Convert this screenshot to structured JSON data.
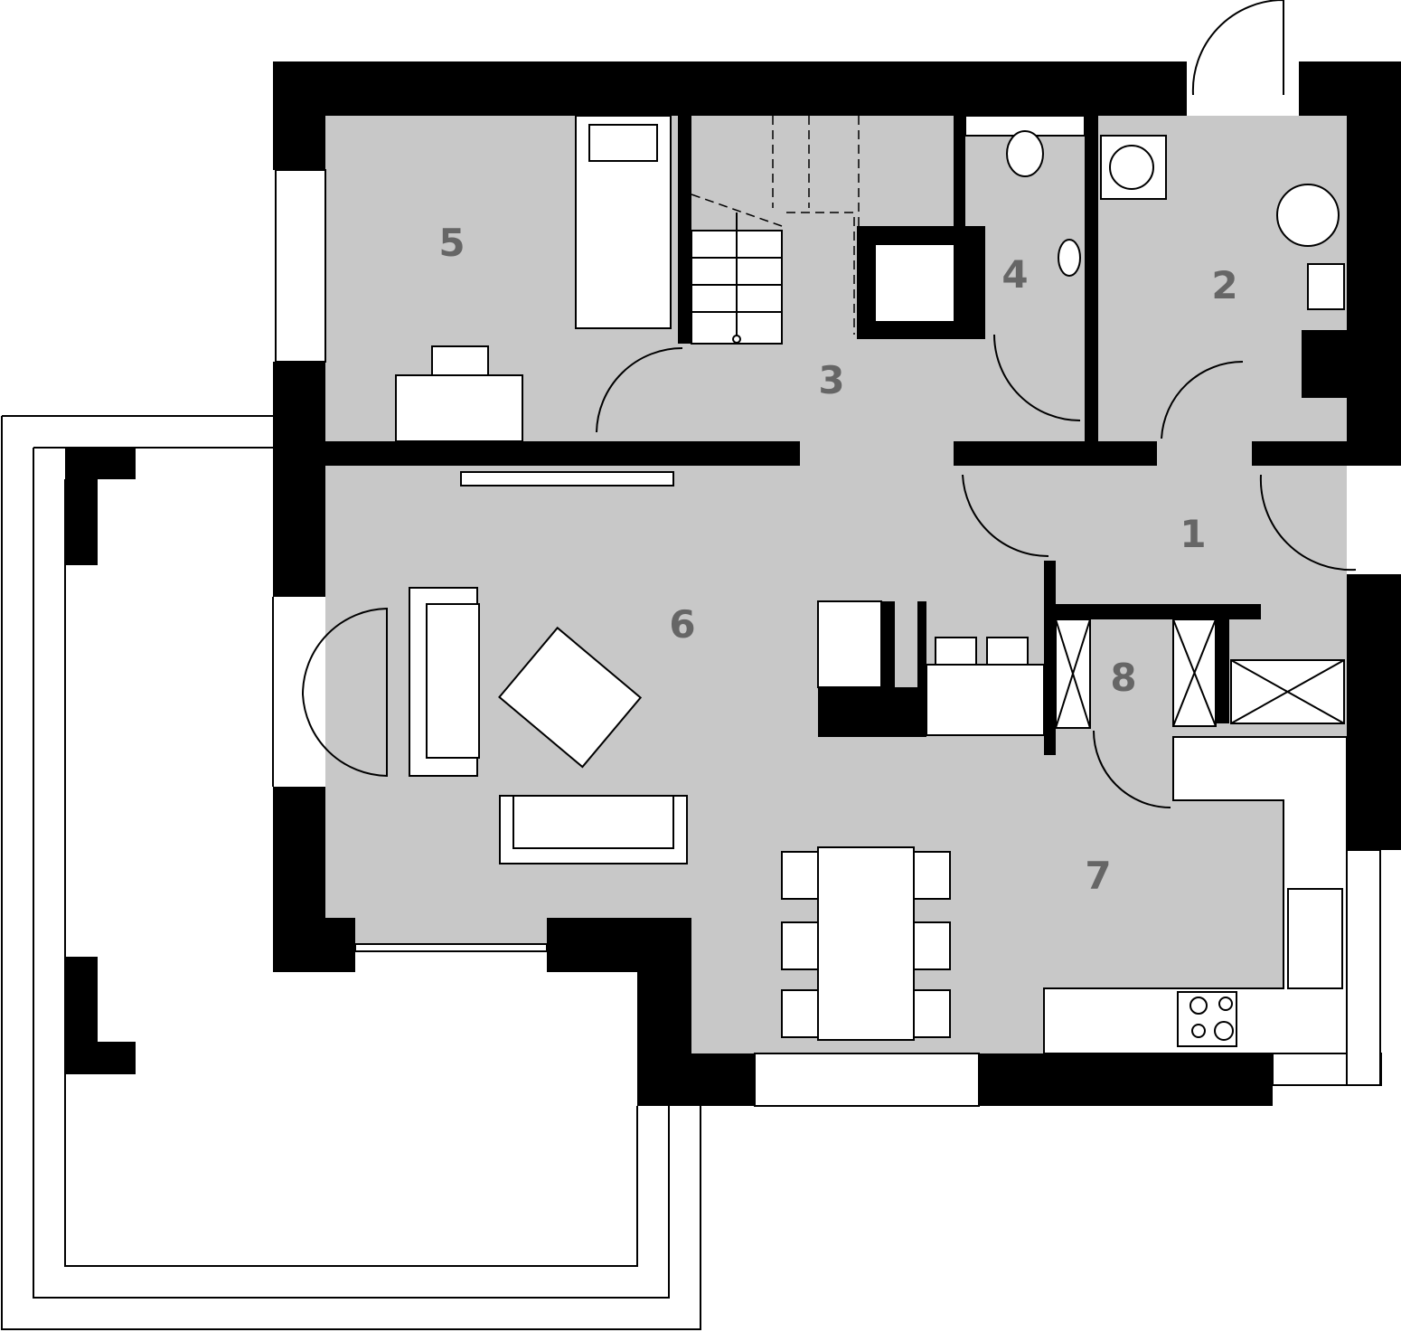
{
  "title": "Floor plan",
  "colors": {
    "interior": "#c8c8c8",
    "wall": "#000000",
    "label": "#666666"
  },
  "rooms": [
    {
      "id": "room-1",
      "label": "1"
    },
    {
      "id": "room-2",
      "label": "2"
    },
    {
      "id": "room-3",
      "label": "3"
    },
    {
      "id": "room-4",
      "label": "4"
    },
    {
      "id": "room-5",
      "label": "5"
    },
    {
      "id": "room-6",
      "label": "6"
    },
    {
      "id": "room-7",
      "label": "7"
    },
    {
      "id": "room-8",
      "label": "8"
    }
  ]
}
